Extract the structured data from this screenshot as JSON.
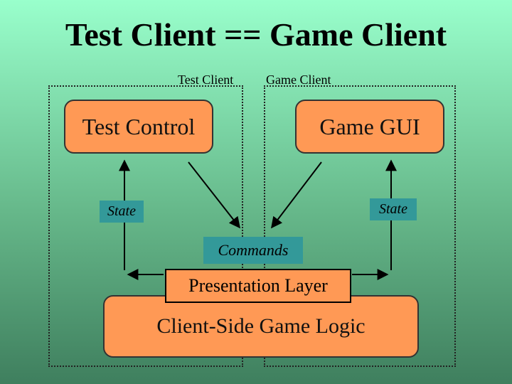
{
  "title": "Test Client == Game Client",
  "regions": {
    "left_label": "Test Client",
    "right_label": "Game Client"
  },
  "boxes": {
    "test_control": "Test Control",
    "game_gui": "Game GUI",
    "presentation_layer": "Presentation Layer",
    "client_logic": "Client-Side Game Logic"
  },
  "labels": {
    "state_left": "State",
    "state_right": "State",
    "commands": "Commands"
  },
  "colors": {
    "box_fill": "#ff9955",
    "label_fill": "#339999"
  }
}
